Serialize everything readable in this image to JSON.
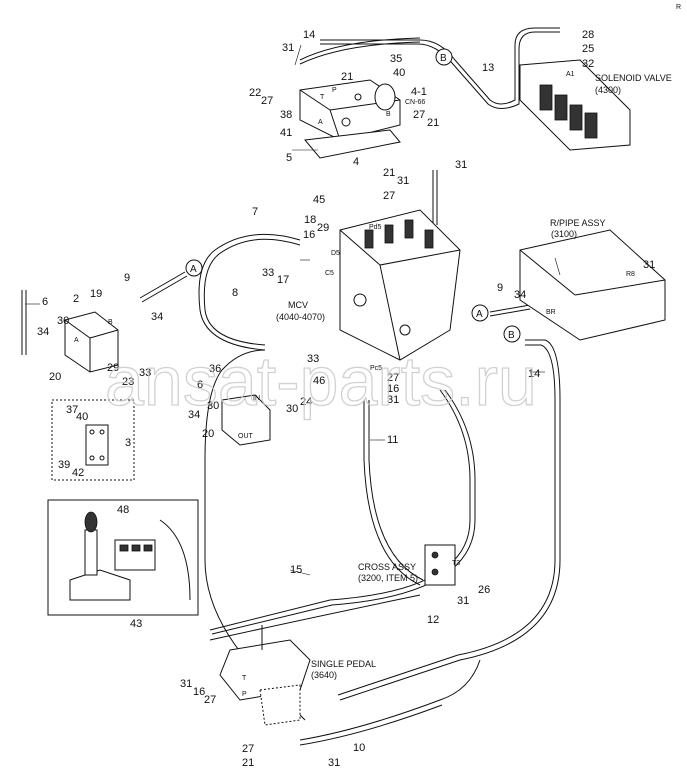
{
  "corner_mark": "R",
  "watermark": "ansat-parts.ru",
  "assemblies": {
    "solenoid_valve": [
      "SOLENOID VALVE",
      "(4300)"
    ],
    "rpipe": [
      "R/PIPE ASSY",
      "(3100)"
    ],
    "mcv": [
      "MCV",
      "(4040-4070)"
    ],
    "cross": [
      "CROSS ASSY",
      "(3200, ITEM 5)"
    ],
    "pedal": [
      "SINGLE PEDAL",
      "(3640)"
    ]
  },
  "port_labels": {
    "A1": "A1",
    "P1": "P",
    "T1": "T",
    "PA": "A",
    "PB": "B",
    "CN66": "CN-66",
    "Pd5": "Pd5",
    "D5": "D5",
    "C5": "C5",
    "Pc5": "Pc5",
    "BR": "BR",
    "R8": "R8",
    "IN": "IN",
    "OUT": "OUT",
    "A2": "A",
    "B2": "B",
    "T3": "T3",
    "T4": "T",
    "P4": "P"
  },
  "connectors": {
    "A": "A",
    "B": "B"
  },
  "callouts": {
    "c1": "14",
    "c2": "31",
    "c3": "35",
    "c4": "21",
    "c5": "40",
    "c6": "22",
    "c7": "27",
    "c8": "4-1",
    "c9": "38",
    "c10": "41",
    "c11": "5",
    "c12": "4",
    "c13": "13",
    "c14": "28",
    "c15": "25",
    "c16": "32",
    "c17": "27",
    "c18": "21",
    "c19": "31",
    "c20": "45",
    "c21": "21",
    "c22": "31",
    "c23": "27",
    "c24": "7",
    "c25": "18",
    "c26": "29",
    "c27": "16",
    "c28": "33",
    "c29": "17",
    "c30": "9",
    "c31": "6",
    "c32": "2",
    "c33": "19",
    "c34": "30",
    "c35": "34",
    "c36": "34",
    "c37": "8",
    "c38": "20",
    "c39": "29",
    "c40": "23",
    "c41": "33",
    "c42": "36",
    "c43": "6",
    "c44": "33",
    "c45": "46",
    "c46": "24",
    "c47": "30",
    "c48": "34",
    "c49": "30",
    "c50": "20",
    "c51": "27",
    "c52": "16",
    "c53": "31",
    "c54": "11",
    "c55": "37",
    "c56": "40",
    "c57": "3",
    "c58": "39",
    "c59": "42",
    "c60": "9",
    "c61": "34",
    "c62": "31",
    "c63": "14",
    "c64": "48",
    "c65": "43",
    "c66": "15",
    "c67": "31",
    "c68": "26",
    "c69": "12",
    "c70": "31",
    "c71": "16",
    "c72": "27",
    "c73": "10",
    "c74": "27",
    "c75": "21",
    "c76": "31"
  }
}
